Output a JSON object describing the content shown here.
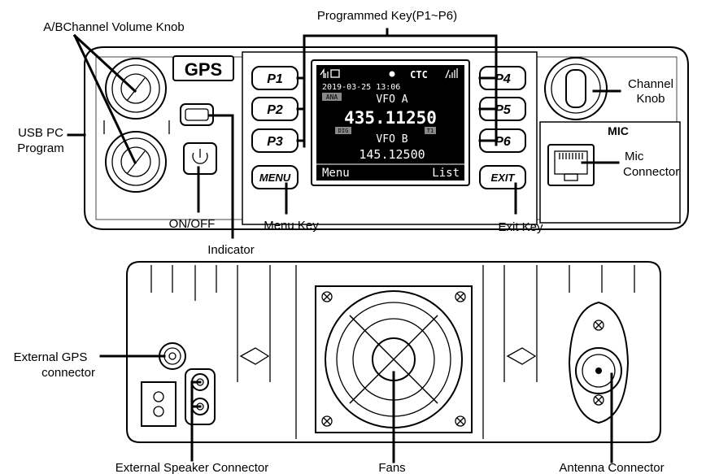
{
  "labels": {
    "programmed_key": "Programmed Key(P1~P6)",
    "volume_knob": "A/BChannel Volume Knob",
    "usb_pc_program_1": "USB PC",
    "usb_pc_program_2": "Program",
    "channel_knob_1": "Channel",
    "channel_knob_2": "Knob",
    "mic_connector_1": "Mic",
    "mic_connector_2": "Connector",
    "on_off": "ON/OFF",
    "indicator": "Indicator",
    "menu_key": "Menu Key",
    "exit_key": "Exit Key",
    "ext_gps_1": "External GPS",
    "ext_gps_2": "connector",
    "ext_speaker": "External Speaker Connector",
    "fans": "Fans",
    "antenna": "Antenna Connector"
  },
  "front_panel": {
    "gps_badge": "GPS",
    "mic_label": "MIC",
    "keys": {
      "p1": "P1",
      "p2": "P2",
      "p3": "P3",
      "p4": "P4",
      "p5": "P5",
      "p6": "P6",
      "menu": "MENU",
      "exit": "EXIT"
    }
  },
  "screen": {
    "status_ctc": "CTC",
    "datetime": "2019-03-25 13:06",
    "ana_tag": "ANA",
    "vfo_a": "VFO A",
    "freq_a": "435.11250",
    "dig_tag": "DIG",
    "t1_tag": "T1",
    "vfo_b": "VFO B",
    "freq_b": "145.12500",
    "softkey_left": "Menu",
    "softkey_right": "List"
  }
}
